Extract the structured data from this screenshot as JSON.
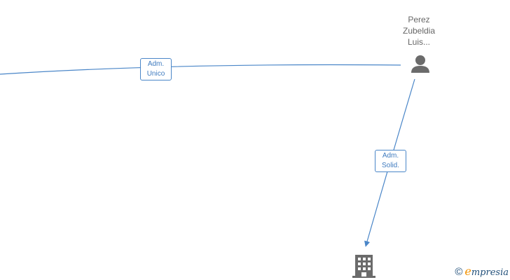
{
  "nodes": {
    "person": {
      "name_lines": [
        "Perez",
        "Zubeldia",
        "Luis..."
      ],
      "icon": "person-icon"
    },
    "company": {
      "icon": "building-icon"
    }
  },
  "edges": [
    {
      "id": "edge-left",
      "label_lines": [
        "Adm.",
        "Unico"
      ]
    },
    {
      "id": "edge-down",
      "label_lines": [
        "Adm.",
        "Solid."
      ]
    }
  ],
  "colors": {
    "edge": "#4a86c8",
    "icon": "#6b6b6b",
    "text": "#666666",
    "accent": "#f39200"
  },
  "watermark": {
    "copyright": "©",
    "brand_initial": "e",
    "brand_rest": "mpresia"
  }
}
